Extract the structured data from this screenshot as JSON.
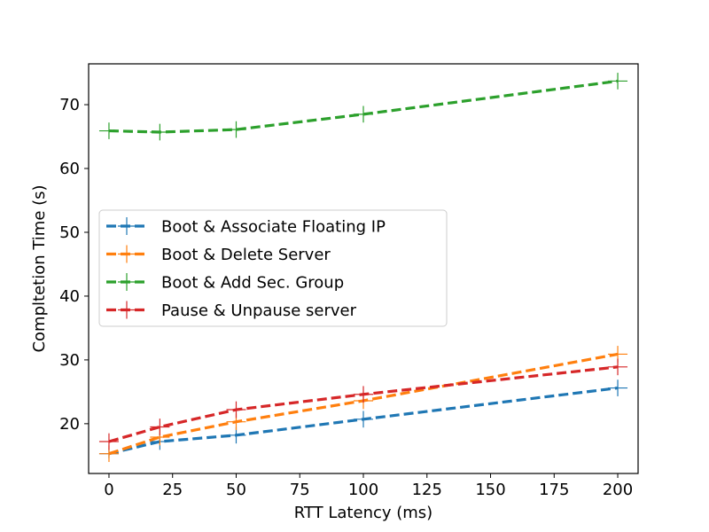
{
  "chart_data": {
    "type": "line",
    "title": "",
    "xlabel": "RTT Latency (ms)",
    "ylabel": "Compltetion Time (s)",
    "x": [
      0,
      20,
      50,
      100,
      200
    ],
    "xlim": [
      -8,
      208
    ],
    "ylim": [
      12.2,
      76.4
    ],
    "xticks": [
      0,
      25,
      50,
      75,
      100,
      125,
      150,
      175,
      200
    ],
    "yticks": [
      20,
      30,
      40,
      50,
      60,
      70
    ],
    "grid": false,
    "legend_position": "center-left",
    "series": [
      {
        "name": "Boot & Associate Floating IP",
        "color": "#1f77b4",
        "values": [
          15.3,
          17.2,
          18.2,
          20.7,
          25.6
        ],
        "errors": [
          0.7,
          1.3,
          1.3,
          1.3,
          1.3
        ]
      },
      {
        "name": "Boot & Delete Server",
        "color": "#ff7f0e",
        "values": [
          15.3,
          17.9,
          20.3,
          23.6,
          30.9
        ],
        "errors": [
          1.3,
          1.3,
          1.3,
          1.3,
          1.3
        ]
      },
      {
        "name": "Boot & Add Sec. Group",
        "color": "#2ca02c",
        "values": [
          65.9,
          65.7,
          66.1,
          68.5,
          73.7
        ],
        "errors": [
          1.3,
          1.3,
          1.3,
          1.3,
          1.3
        ]
      },
      {
        "name": "Pause & Unpause server",
        "color": "#d62728",
        "values": [
          17.2,
          19.5,
          22.2,
          24.6,
          28.9
        ],
        "errors": [
          1.3,
          1.3,
          1.3,
          1.3,
          1.3
        ]
      }
    ]
  }
}
